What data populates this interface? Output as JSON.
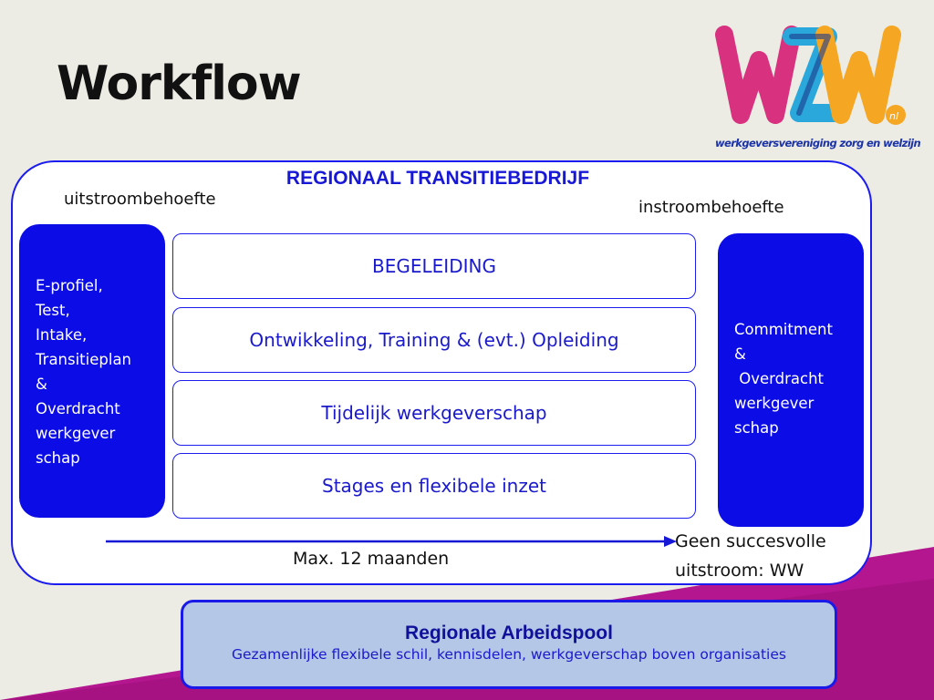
{
  "slide": {
    "title": "Workflow"
  },
  "logo": {
    "tagline": "werkgeversvereniging zorg en welzijn",
    "brand_colors": [
      "#d8317f",
      "#2aa7db",
      "#f5a623",
      "#6a2b8f"
    ]
  },
  "frame": {
    "title": "REGIONAAL TRANSITIEBEDRIJF",
    "left_label": "uitstroombehoefte",
    "right_label": "instroombehoefte",
    "border_color": "#1c1cf0"
  },
  "left_box": {
    "lines": [
      "E-profiel,",
      "Test,",
      "Intake,",
      "Transitieplan",
      "&",
      "Overdracht",
      "werkgever",
      "schap"
    ]
  },
  "right_box": {
    "lines": [
      "Commitment",
      "&",
      " Overdracht",
      "werkgever",
      "schap"
    ]
  },
  "stages": [
    "BEGELEIDING",
    "Ontwikkeling, Training & (evt.) Opleiding",
    "Tijdelijk werkgeverschap",
    "Stages en flexibele inzet"
  ],
  "timeline": {
    "duration_label": "Max. 12 maanden",
    "outcome_lines": [
      "Geen succesvolle",
      "uitstroom: WW"
    ]
  },
  "pool": {
    "title": "Regionale Arbeidspool",
    "subtitle": "Gezamenlijke flexibele schil, kennisdelen, werkgeverschap boven organisaties"
  }
}
